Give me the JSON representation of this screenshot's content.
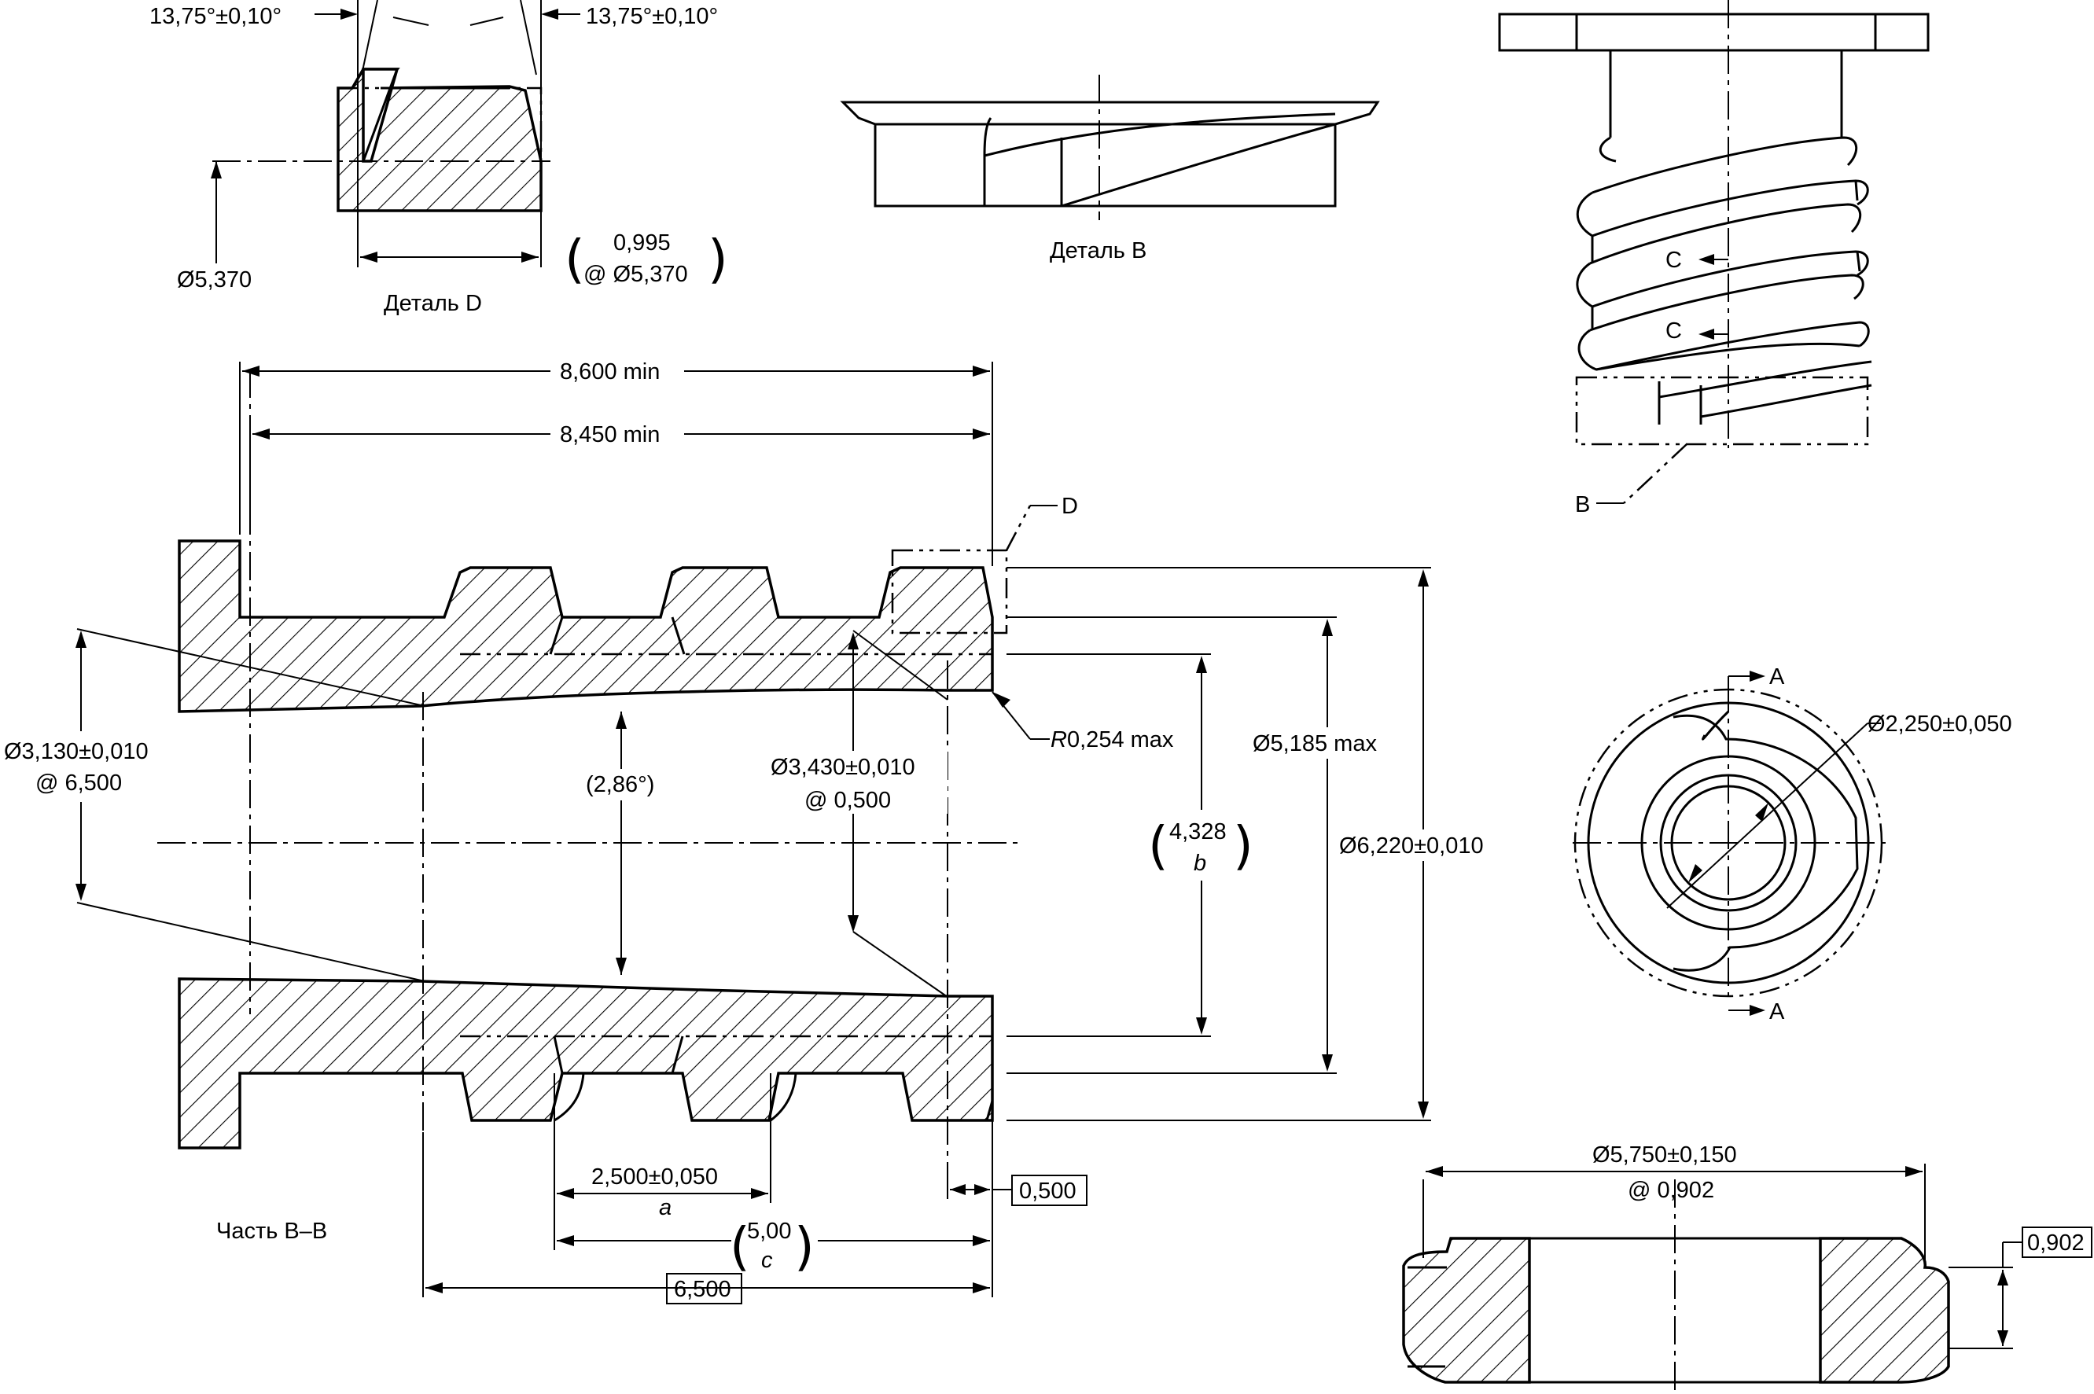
{
  "detail_d": {
    "angle_left": "13,75°±0,10°",
    "angle_right": "13,75°±0,10°",
    "diameter": "Ø5,370",
    "width_value": "0,995",
    "width_ref": "@ Ø5,370",
    "caption": "Деталь D"
  },
  "detail_b": {
    "caption": "Деталь B"
  },
  "iso_view": {
    "section_c_top": "C",
    "section_c_bottom": "C",
    "detail_b_ref": "B"
  },
  "section_bb": {
    "caption": "Часть B–B",
    "overall_length": "8,600 min",
    "thread_length": "8,450 min",
    "detail_d_ref": "D",
    "bore_diameter": "Ø3,130±0,010",
    "bore_ref": "@ 6,500",
    "taper_angle": "(2,86°)",
    "inner_diameter": "Ø3,430±0,010",
    "inner_ref": "@ 0,500",
    "radius": "R0,254 max",
    "radius_letter": "R",
    "radius_value": "0,254 max",
    "minor_diameter": "Ø5,185 max",
    "b_value": "4,328",
    "b_letter": "b",
    "major_diameter": "Ø6,220±0,010",
    "pitch": "2,500±0,050",
    "pitch_letter": "a",
    "c_value": "5,00",
    "c_letter": "c",
    "basic_0500": "0,500",
    "basic_6500": "6,500"
  },
  "end_view": {
    "section_a_top": "A",
    "section_a_bottom": "A",
    "hole_diameter": "Ø2,250±0,050"
  },
  "flange_section": {
    "diameter": "Ø5,750±0,150",
    "diameter_ref": "@ 0,902",
    "basic_0902": "0,902"
  }
}
